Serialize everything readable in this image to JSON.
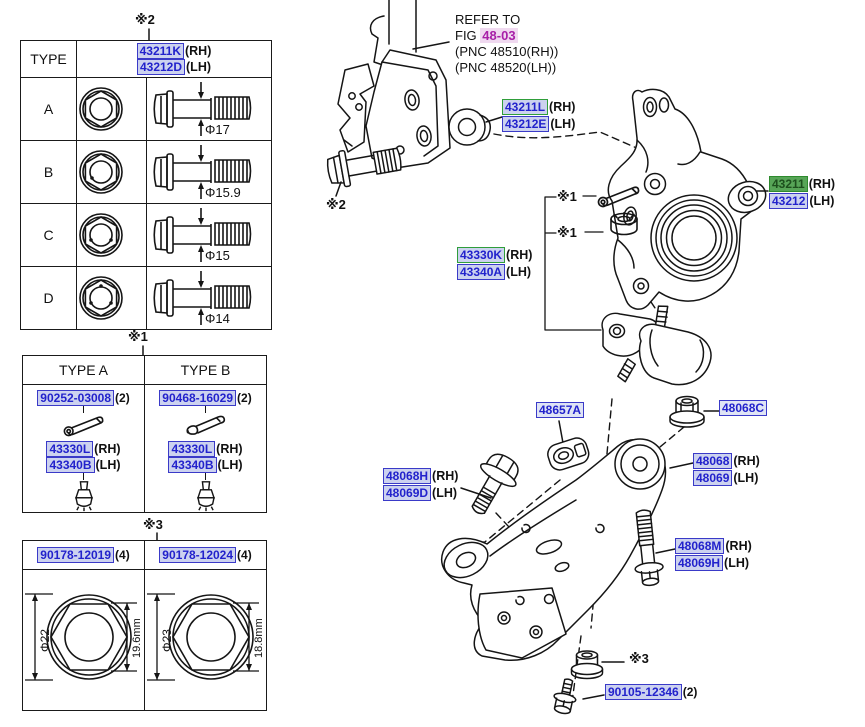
{
  "markers": {
    "m1": "※1",
    "m2": "※2",
    "m3": "※3"
  },
  "refer_note": {
    "line1": "REFER TO",
    "fig_label": "FIG",
    "fig_number": "48-03",
    "pnc_rh": "(PNC 48510(RH))",
    "pnc_lh": "(PNC 48520(LH))"
  },
  "type_table": {
    "header": "TYPE",
    "part_rh": "43211K",
    "suffix_rh": "(RH)",
    "part_lh": "43212D",
    "suffix_lh": "(LH)",
    "rows": [
      {
        "type": "A",
        "dia": "Φ17"
      },
      {
        "type": "B",
        "dia": "Φ15.9"
      },
      {
        "type": "C",
        "dia": "Φ15"
      },
      {
        "type": "D",
        "dia": "Φ14"
      }
    ]
  },
  "ab_table": {
    "columns": [
      {
        "header": "TYPE A",
        "pin_part": "90252-03008",
        "pin_qty": "(2)",
        "ball_rh": "43330L",
        "ball_rh_suffix": "(RH)",
        "ball_lh": "43340B",
        "ball_lh_suffix": "(LH)"
      },
      {
        "header": "TYPE B",
        "pin_part": "90468-16029",
        "pin_qty": "(2)",
        "ball_rh": "43330L",
        "ball_rh_suffix": "(RH)",
        "ball_lh": "43340B",
        "ball_lh_suffix": "(LH)"
      }
    ]
  },
  "nut_table": {
    "cells": [
      {
        "part": "90178-12019",
        "qty": "(4)",
        "dia": "Φ22",
        "height": "19.6mm"
      },
      {
        "part": "90178-12024",
        "qty": "(4)",
        "dia": "Φ23",
        "height": "18.8mm"
      }
    ]
  },
  "diagram_labels": {
    "strut_bolt": {
      "rh": "43211L",
      "rh_suffix": "(RH)",
      "lh": "43212E",
      "lh_suffix": "(LH)"
    },
    "knuckle": {
      "rh": "43211",
      "rh_suffix": "(RH)",
      "lh": "43212",
      "lh_suffix": "(LH)"
    },
    "lower_ball_joint": {
      "rh": "43330K",
      "rh_suffix": "(RH)",
      "lh": "43340A",
      "lh_suffix": "(LH)"
    },
    "camber_clamp": {
      "part": "48657A"
    },
    "arm_nut": {
      "part": "48068C"
    },
    "arm_front_bolt": {
      "rh": "48068H",
      "rh_suffix": "(RH)",
      "lh": "48069D",
      "lh_suffix": "(LH)"
    },
    "lower_arm": {
      "rh": "48068",
      "rh_suffix": "(RH)",
      "lh": "48069",
      "lh_suffix": "(LH)"
    },
    "arm_rear_bolt": {
      "rh": "48068M",
      "rh_suffix": "(RH)",
      "lh": "48069H",
      "lh_suffix": "(LH)"
    },
    "stopper_bolt": {
      "part": "90105-12346",
      "qty": "(2)"
    }
  },
  "colors": {
    "highlight_blue": "#ccd2ef",
    "border_blue": "#3a3ac8",
    "text_blue": "#2222cc",
    "selected_green": "#57a557",
    "green_border": "#2f9e3a",
    "fig_purple": "#a81fa8",
    "fig_highlight": "#f0d9f0"
  }
}
